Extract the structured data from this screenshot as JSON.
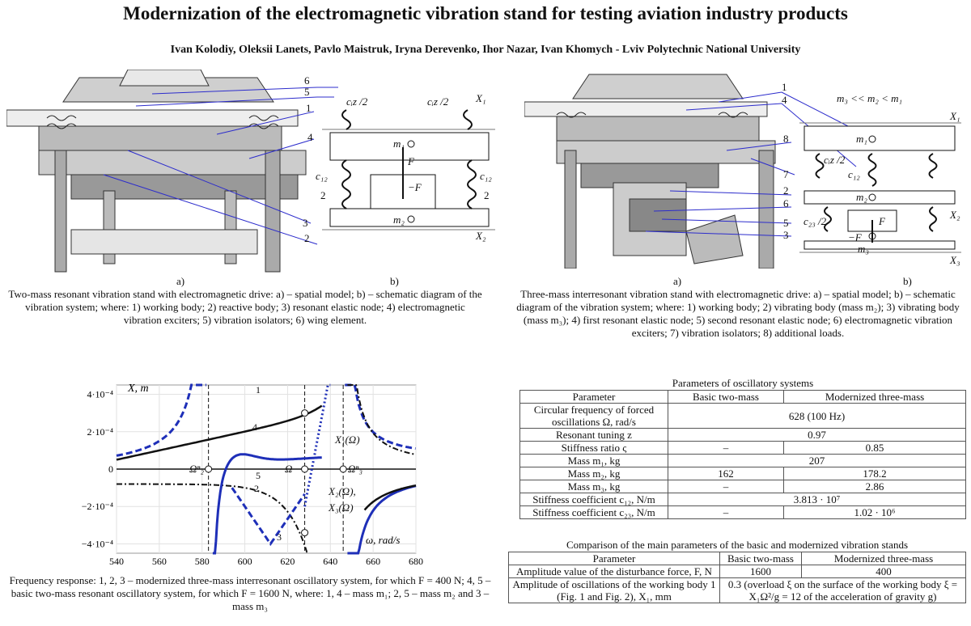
{
  "header": {
    "title": "Modernization of the electromagnetic vibration stand for testing aviation industry products",
    "authors": "Ivan Kolodiy, Oleksii Lanets, Pavlo Maistruk, Iryna Derevenko, Ihor Nazar, Ivan Khomych - Lviv Polytechnic National University"
  },
  "fig1": {
    "label_a": "a)",
    "label_b": "b)",
    "caption": "Two-mass resonant vibration stand with electromagnetic drive: a) – spatial model; b) – schematic diagram of the vibration system; where: 1) working body; 2) reactive body; 3) resonant elastic node; 4) electromagnetic vibration exciters; 5) vibration isolators; 6) wing element.",
    "callouts": [
      "6",
      "5",
      "1",
      "4",
      "3",
      "2"
    ],
    "schematic": {
      "c_iz_left": "cᵢz /2",
      "c_iz_right": "cᵢz /2",
      "x1": "X₁",
      "x2": "X₂",
      "m1": "m₁",
      "m2": "m₂",
      "f_up": "F",
      "f_down": "−F",
      "c12_left": "c₁₂",
      "c12_right": "c₁₂",
      "two": "2"
    }
  },
  "fig2": {
    "label_a": "a)",
    "label_b": "b)",
    "caption": "Three-mass interresonant vibration stand with electromagnetic drive: a) – spatial model; b) – schematic diagram of the vibration system; where: 1) working body; 2) vibrating body (mass m₂); 3) vibrating body (mass m₃); 4) first resonant elastic node; 5) second resonant elastic node; 6) electromagnetic vibration exciters; 7) vibration isolators; 8) additional loads.",
    "callouts": [
      "1",
      "4",
      "8",
      "7",
      "2",
      "6",
      "5",
      "3"
    ],
    "schematic": {
      "relation": "m₃ << m₂ < m₁",
      "m1": "m₁",
      "m2": "m₂",
      "m3": "m₃",
      "x1": "X₁",
      "x2": "X₂",
      "x3": "X₃",
      "c_iz": "cᵢz /2",
      "c12": "c₁₂",
      "c23": "c₂₃ /2",
      "f": "F",
      "fneg": "−F"
    }
  },
  "fig3": {
    "caption": "Frequency response: 1, 2, 3 – modernized three-mass interresonant oscillatory system, for which F = 400 N; 4, 5 – basic two-mass resonant oscillatory system, for which F = 1600 N, where: 1, 4 – mass m₁; 2, 5 – mass m₂ and 3 – mass m₃"
  },
  "chart_data": {
    "type": "line",
    "ylabel": "X, m",
    "xlabel": "ω, rad/s",
    "xlim": [
      540,
      680
    ],
    "ylim": [
      -0.00045,
      0.00045
    ],
    "x_ticks": [
      540,
      560,
      580,
      600,
      620,
      640,
      660,
      680
    ],
    "y_tick_labels": [
      "4·10⁻⁴",
      "2·10⁻⁴",
      "0",
      "−2·10⁻⁴",
      "−4·10⁻⁴"
    ],
    "y_tick_values": [
      0.0004,
      0.0002,
      0,
      -0.0002,
      -0.0004
    ],
    "annotations": [
      "Ωⁿ₂",
      "Ω",
      "Ωⁿ₃",
      "X₁(Ω)",
      "X₂(Ω),",
      "X₃(Ω)"
    ],
    "vlines": [
      583,
      628,
      646
    ],
    "curve_labels": [
      "1",
      "2",
      "3",
      "4",
      "5"
    ]
  },
  "table1": {
    "caption": "Parameters of oscillatory systems",
    "headers": [
      "Parameter",
      "Basic two-mass",
      "Modernized three-mass"
    ],
    "rows": [
      {
        "p": "Circular frequency of forced oscillations Ω, rad/s",
        "merged": "628 (100 Hz)"
      },
      {
        "p": "Resonant tuning z",
        "merged": "0.97"
      },
      {
        "p": "Stiffness ratio ς",
        "a": "–",
        "b": "0.85"
      },
      {
        "p": "Mass m₁, kg",
        "merged": "207"
      },
      {
        "p": "Mass m₂, kg",
        "a": "162",
        "b": "178.2"
      },
      {
        "p": "Mass m₃, kg",
        "a": "–",
        "b": "2.86"
      },
      {
        "p": "Stiffness coefficient c₁₂, N/m",
        "merged": "3.813 · 10⁷"
      },
      {
        "p": "Stiffness coefficient c₂₃, N/m",
        "a": "–",
        "b": "1.02 · 10⁶"
      }
    ]
  },
  "table2": {
    "caption": "Comparison of the main parameters of the basic and modernized vibration stands",
    "headers": [
      "Parameter",
      "Basic two-mass",
      "Modernized three-mass"
    ],
    "rows": [
      {
        "p": "Amplitude value of the disturbance force, F, N",
        "a": "1600",
        "b": "400"
      },
      {
        "p": "Amplitude of oscillations of the working body 1 (Fig. 1 and Fig. 2), X₁, mm",
        "merged": "0.3 (overload ξ on the surface of the working body ξ = X₁Ω²/g = 12 of the acceleration of gravity g)"
      }
    ]
  }
}
